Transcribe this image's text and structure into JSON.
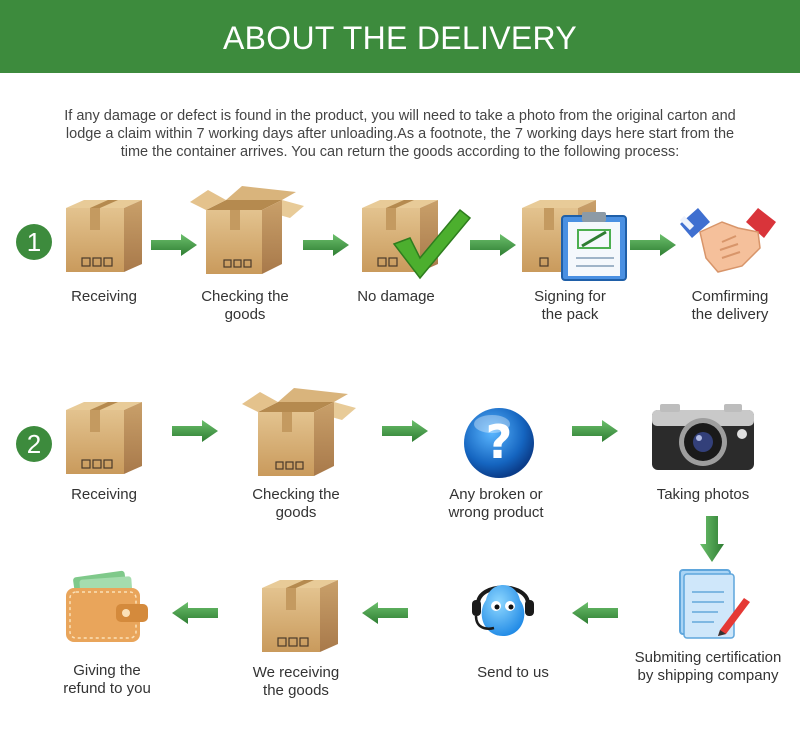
{
  "header": {
    "title": "ABOUT THE DELIVERY"
  },
  "intro": {
    "line1": "If any damage or defect is found in the product, you will need to take a photo from the original carton and",
    "line2": "lodge a claim within 7 working days after unloading.As a footnote, the 7 working days here start from the",
    "line3": "time the container arrives. You can return the goods according to the following process:"
  },
  "process1": {
    "number": "1",
    "steps": [
      {
        "line1": "Receiving",
        "line2": "",
        "icon": "box-icon"
      },
      {
        "line1": "Checking the",
        "line2": "goods",
        "icon": "open-box-icon"
      },
      {
        "line1": "No damage",
        "line2": "",
        "icon": "box-checkmark-icon"
      },
      {
        "line1": "Signing for",
        "line2": "the pack",
        "icon": "clipboard-sign-icon"
      },
      {
        "line1": "Comfirming",
        "line2": "the delivery",
        "icon": "handshake-icon"
      }
    ]
  },
  "process2": {
    "number": "2",
    "steps": [
      {
        "line1": "Receiving",
        "line2": "",
        "icon": "box-icon"
      },
      {
        "line1": "Checking the",
        "line2": "goods",
        "icon": "open-box-icon"
      },
      {
        "line1": "Any broken or",
        "line2": "wrong product",
        "icon": "question-icon"
      },
      {
        "line1": "Taking photos",
        "line2": "",
        "icon": "camera-icon"
      },
      {
        "line1": "Submiting certification",
        "line2": "by shipping company",
        "icon": "document-pen-icon"
      },
      {
        "line1": "Send to us",
        "line2": "",
        "icon": "support-headset-icon"
      },
      {
        "line1": "We receiving",
        "line2": "the goods",
        "icon": "box-icon"
      },
      {
        "line1": "Giving the",
        "line2": "refund to you",
        "icon": "wallet-icon"
      }
    ]
  },
  "colors": {
    "banner": "#3d8b3d",
    "arrow": "#3f9a3f",
    "box": "#d9b47c",
    "check": "#4caf2e"
  }
}
